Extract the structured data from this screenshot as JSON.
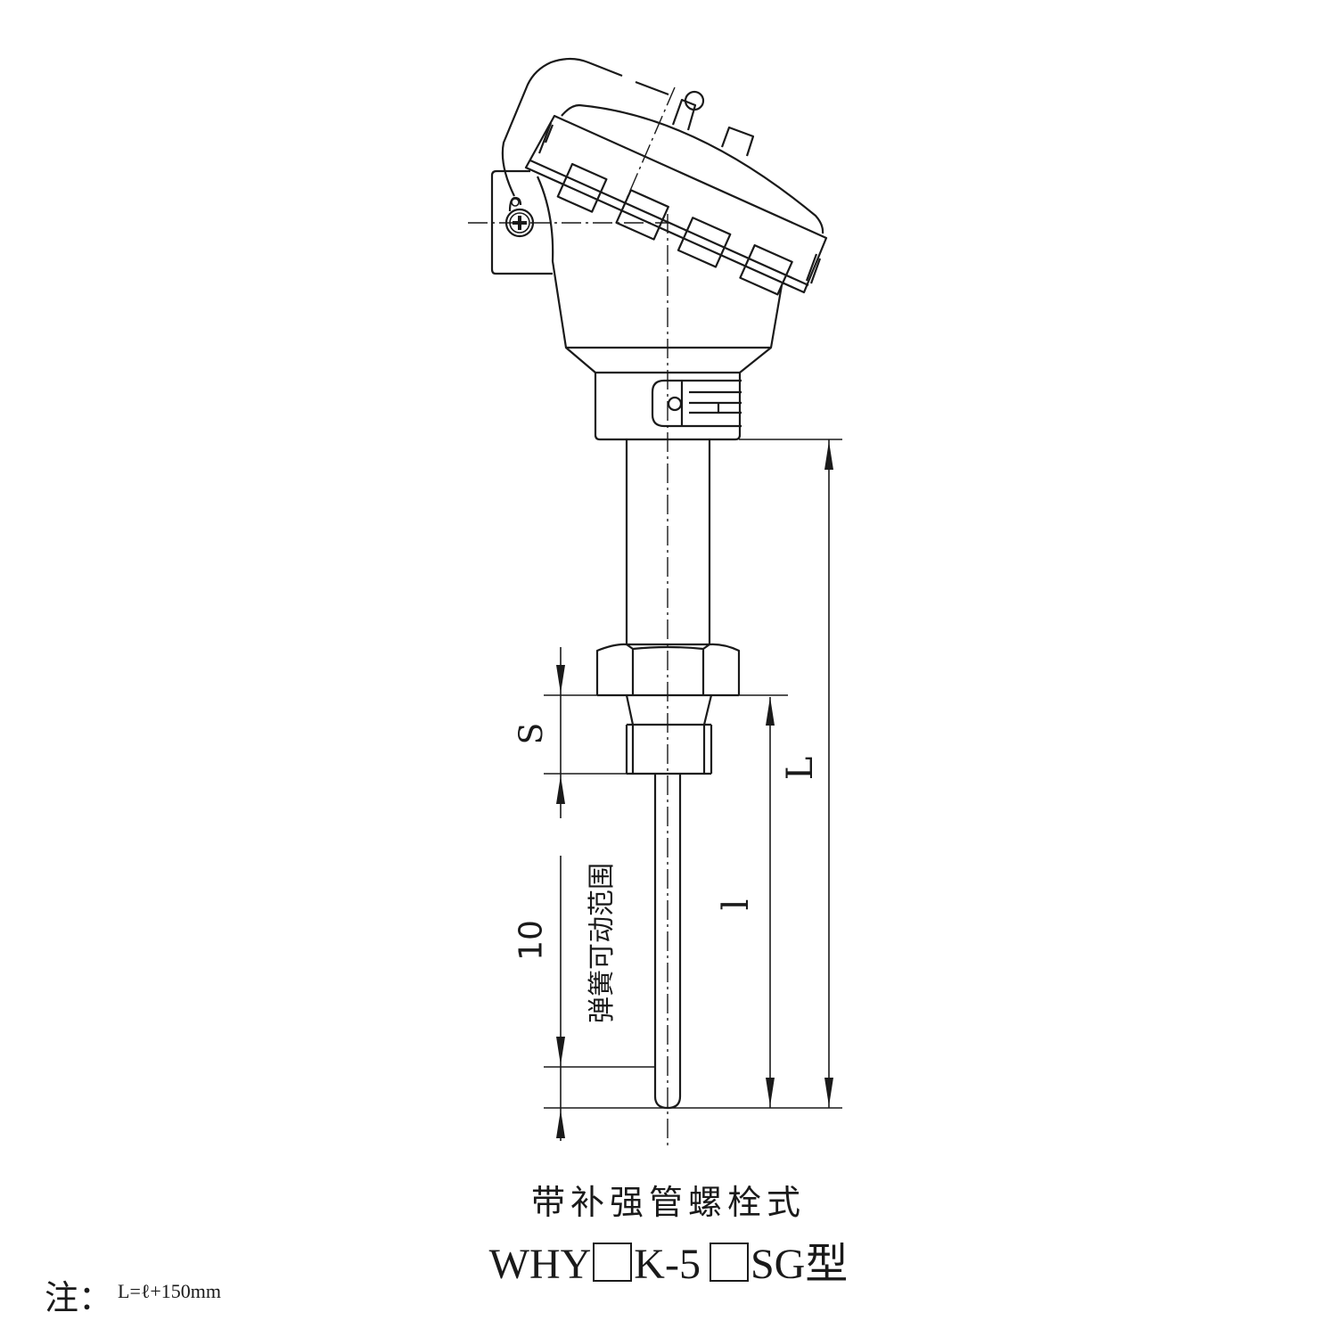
{
  "drawing": {
    "title": "带补强管螺栓式",
    "model": {
      "prefix": "WHY",
      "middle": "K-5",
      "suffix": "SG型"
    },
    "note_label": "注：",
    "note_text": "L=ℓ+150mm"
  },
  "dimensions": {
    "s_label": "S",
    "ten_label": "10",
    "spring_range_label": "弹簧可动范围",
    "total_length_label": "L",
    "insert_length_label": "l"
  }
}
